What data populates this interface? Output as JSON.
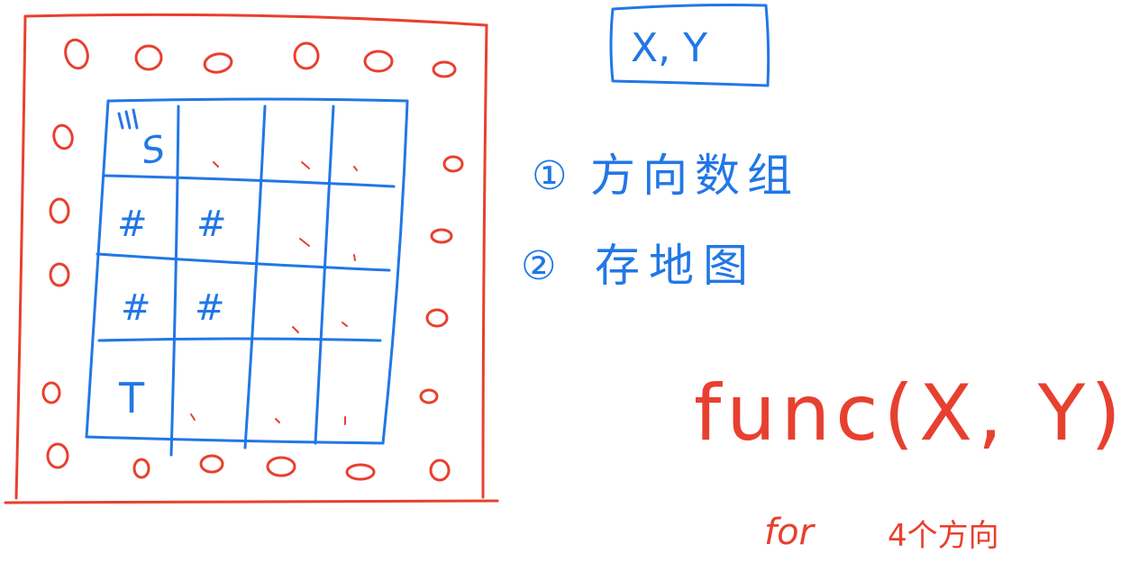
{
  "colors": {
    "red": "#e8402f",
    "blue": "#2277e6",
    "background": "#ffffff"
  },
  "coord_box": {
    "text": "X, Y"
  },
  "notes": [
    {
      "marker": "①",
      "text": "方向数组"
    },
    {
      "marker": "②",
      "text": "存地图"
    }
  ],
  "function_call": {
    "text": "func(X, Y)"
  },
  "loop_note": {
    "keyword": "for",
    "text": "4个方向"
  },
  "grid_cells": {
    "start": "S",
    "wall": "#",
    "target": "T"
  },
  "border_ring_symbol": "0"
}
